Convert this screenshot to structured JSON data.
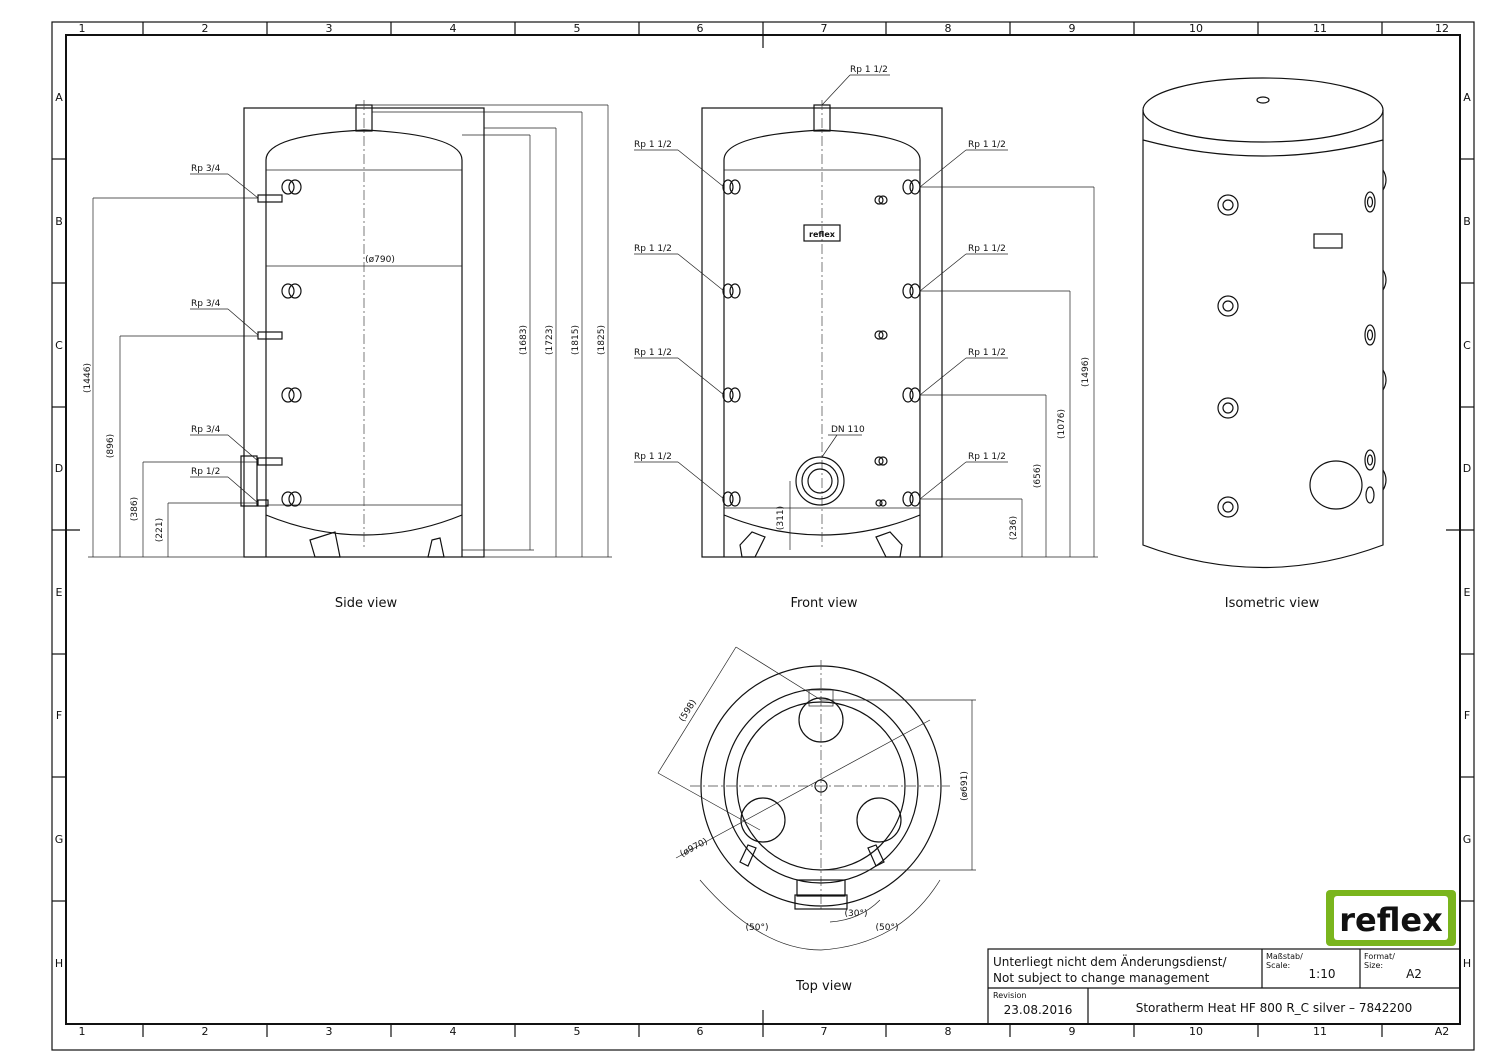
{
  "grid": {
    "columns": [
      "1",
      "2",
      "3",
      "4",
      "5",
      "6",
      "7",
      "8",
      "9",
      "10",
      "11",
      "12"
    ],
    "rows": [
      "A",
      "B",
      "C",
      "D",
      "E",
      "F",
      "G",
      "H"
    ],
    "bottom_columns": [
      "1",
      "2",
      "3",
      "4",
      "5",
      "6",
      "7",
      "8",
      "9",
      "10",
      "11",
      "A2"
    ]
  },
  "views": {
    "side": "Side view",
    "front": "Front view",
    "isometric": "Isometric view",
    "top": "Top view"
  },
  "side_view": {
    "connections": [
      "Rp 3/4",
      "Rp 3/4",
      "Rp 3/4",
      "Rp 1/2"
    ],
    "diameter": "(ø790)",
    "heights_left": [
      "(1446)",
      "(896)",
      "(386)",
      "(221)"
    ],
    "heights_right": [
      "(1683)",
      "(1723)",
      "(1815)",
      "(1825)"
    ]
  },
  "front_view": {
    "top_connection": "Rp 1 1/2",
    "left_connections": [
      "Rp 1 1/2",
      "Rp 1 1/2",
      "Rp 1 1/2",
      "Rp 1 1/2"
    ],
    "right_connections": [
      "Rp 1 1/2",
      "Rp 1 1/2",
      "Rp 1 1/2",
      "Rp 1 1/2"
    ],
    "flange": "DN 110",
    "flange_height": "(311)",
    "heights_right": [
      "(236)",
      "(656)",
      "(1076)",
      "(1496)"
    ],
    "nameplate": "reflex"
  },
  "top_view": {
    "dim_598": "(598)",
    "dim_970": "(ø970)",
    "dim_691": "(ø691)",
    "angle_a": "(50°)",
    "angle_b": "(50°)",
    "angle_c": "(30°)"
  },
  "logo": "reflex",
  "title_block": {
    "note_de": "Unterliegt nicht dem Änderungsdienst/",
    "note_en": "Not subject to change management",
    "scale_label": "Maßstab/",
    "scale_label2": "Scale:",
    "scale_value": "1:10",
    "format_label": "Format/",
    "format_label2": "Size:",
    "format_value": "A2",
    "revision_label": "Revision",
    "revision_date": "23.08.2016",
    "title": "Storatherm Heat HF 800 R_C silver – 7842200"
  },
  "colors": {
    "logo_green": "#7ab51d",
    "line": "#111111"
  }
}
